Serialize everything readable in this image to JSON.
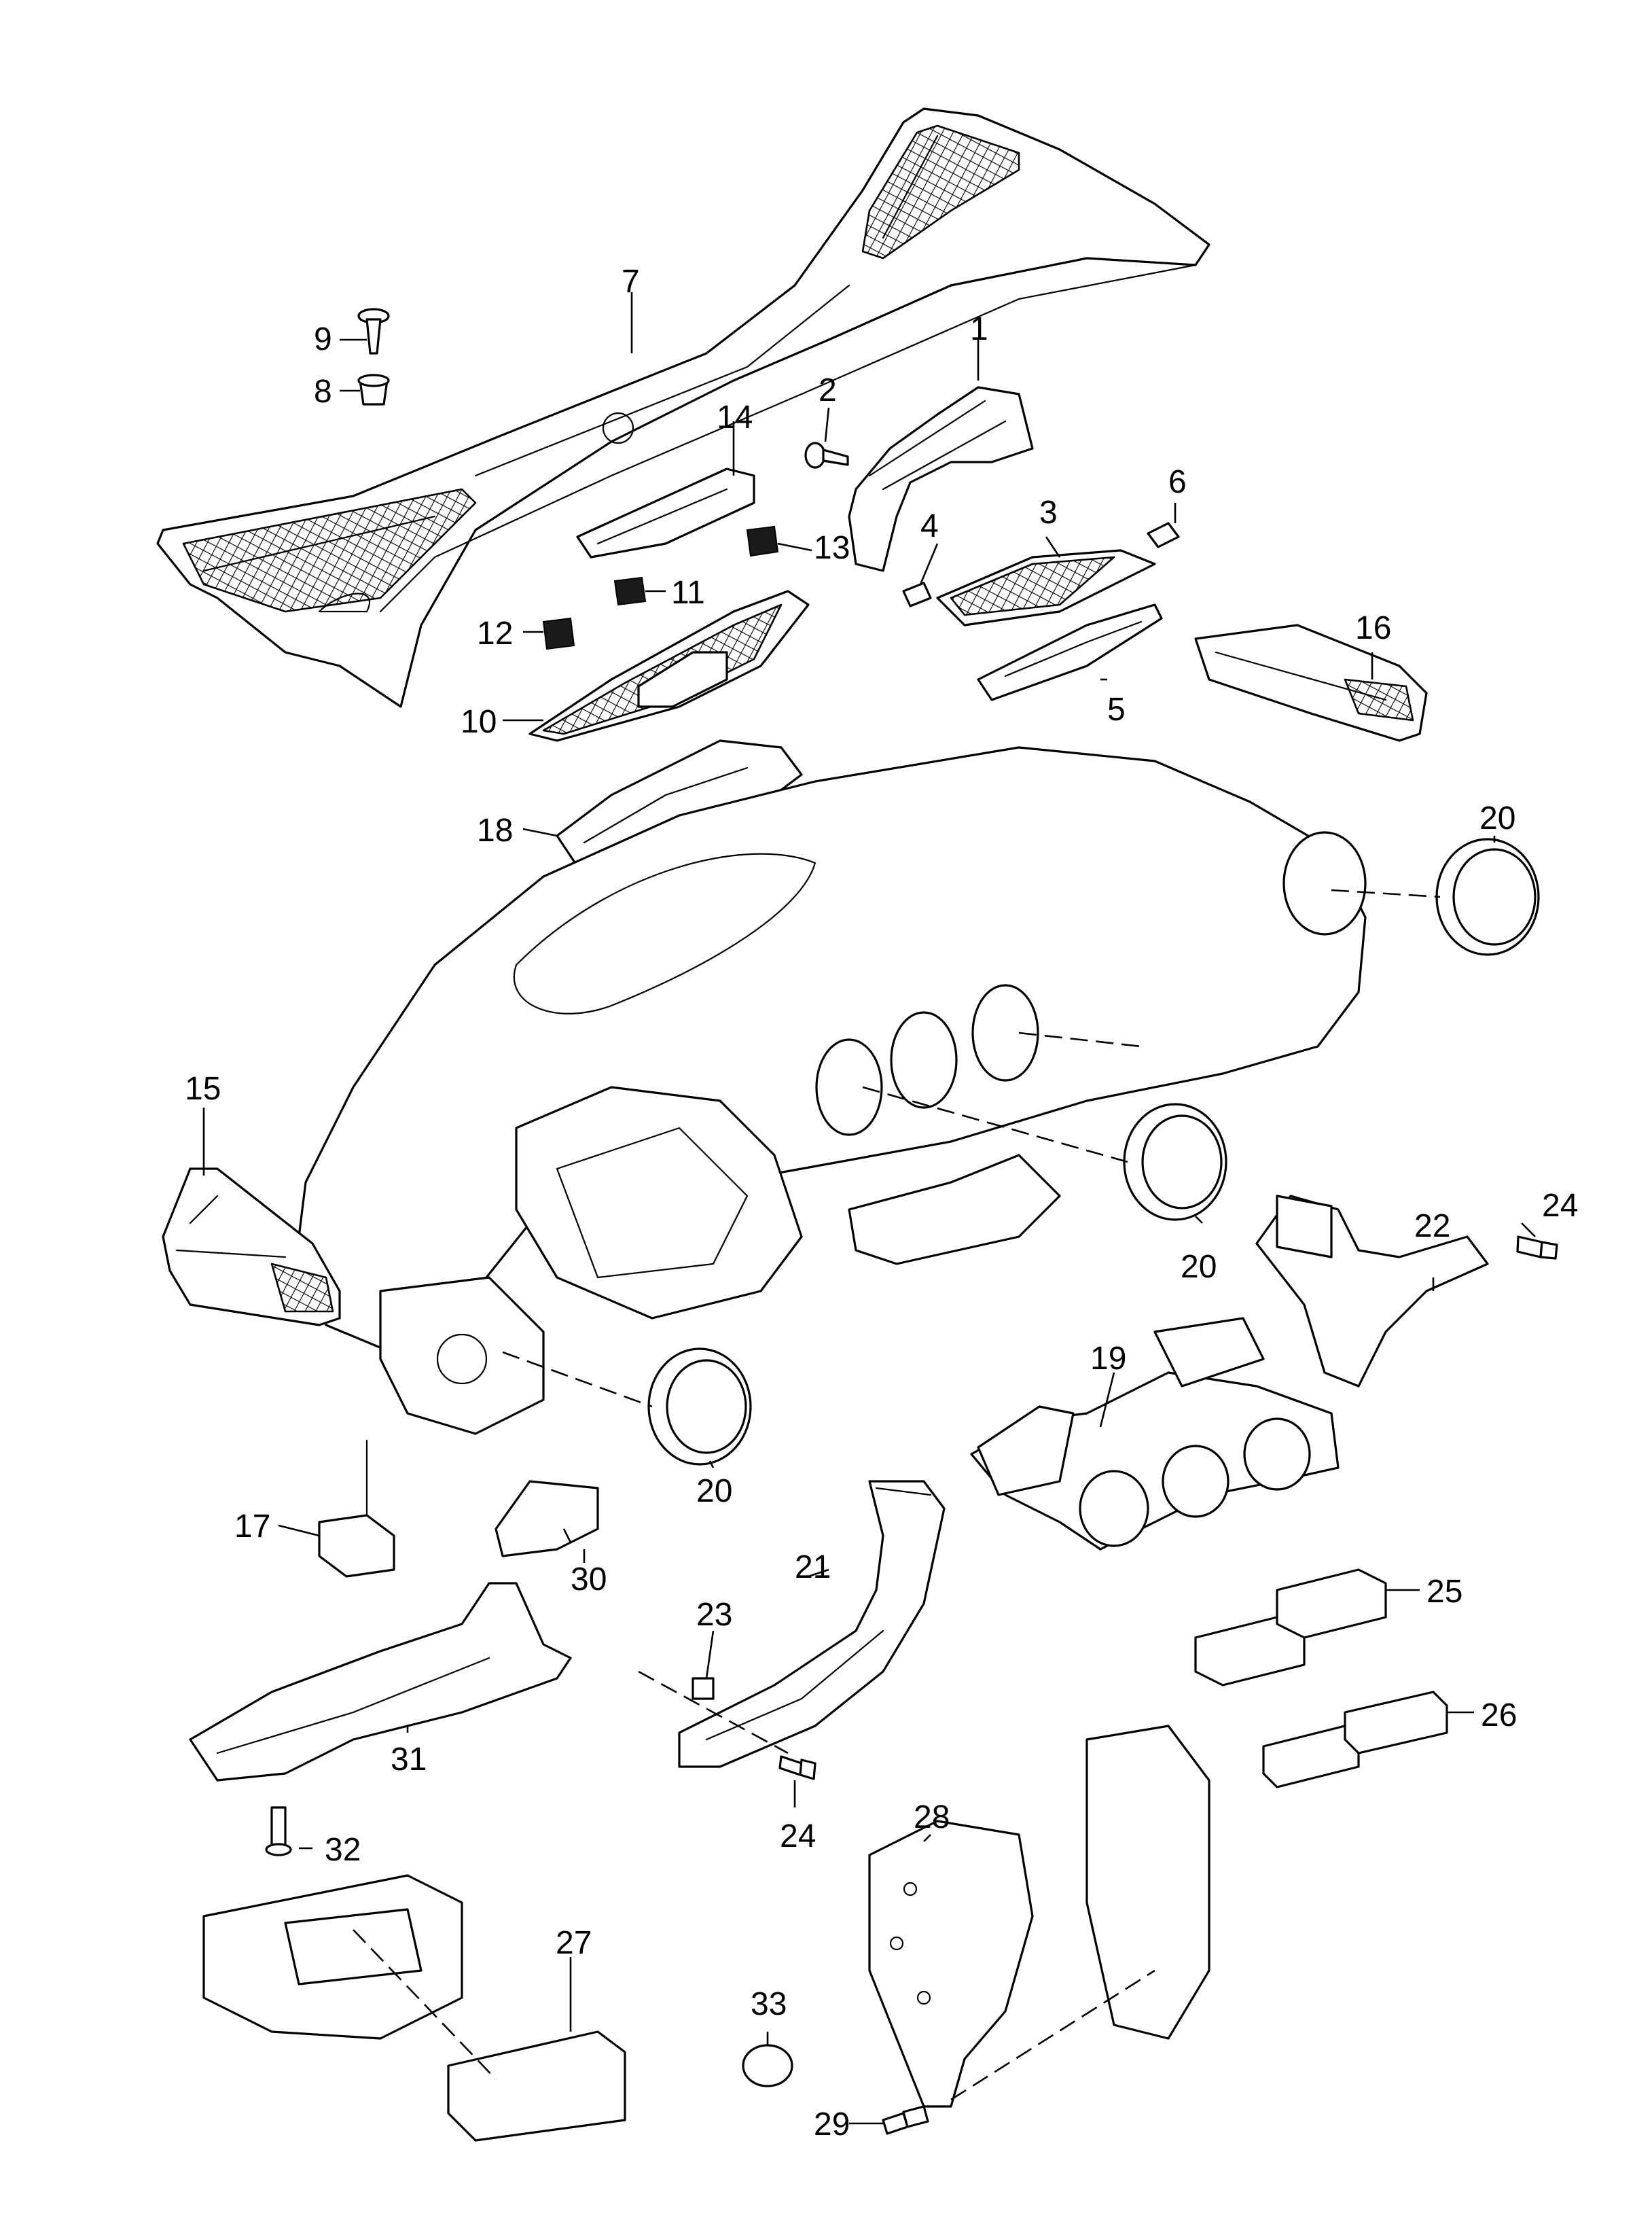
{
  "callouts": {
    "c1": "1",
    "c2": "2",
    "c3": "3",
    "c4": "4",
    "c5": "5",
    "c6": "6",
    "c7": "7",
    "c8": "8",
    "c9": "9",
    "c10": "10",
    "c11": "11",
    "c12": "12",
    "c13": "13",
    "c14": "14",
    "c15": "15",
    "c16": "16",
    "c17": "17",
    "c18": "18",
    "c19": "19",
    "c20a": "20",
    "c20b": "20",
    "c20c": "20",
    "c21": "21",
    "c22": "22",
    "c23": "23",
    "c24a": "24",
    "c24b": "24",
    "c25": "25",
    "c26": "26",
    "c27": "27",
    "c28": "28",
    "c29": "29",
    "c30": "30",
    "c31": "31",
    "c32": "32",
    "c33": "33"
  },
  "icons": [
    "screw-icon",
    "grommet-icon",
    "clip-icon",
    "bolt-icon",
    "plug-icon"
  ]
}
